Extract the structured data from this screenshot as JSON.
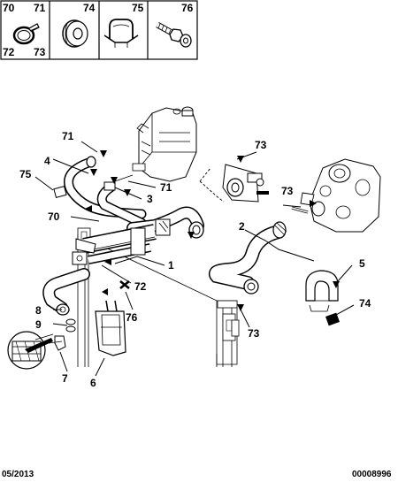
{
  "legend": {
    "cells": [
      {
        "top_left": "70",
        "top_right": "71",
        "bottom_left": "72",
        "bottom_right": "73",
        "icon": "hose-clamp-icon"
      },
      {
        "top_right": "74",
        "icon": "rubber-grommet-icon"
      },
      {
        "top_right": "75",
        "icon": "hose-clip-icon"
      },
      {
        "top_right": "76",
        "icon": "bolt-washer-icon"
      }
    ]
  },
  "callouts": {
    "c71a": "71",
    "c4": "4",
    "c75": "75",
    "c70": "70",
    "c3": "3",
    "c71b": "71",
    "c1": "1",
    "c72": "72",
    "c76": "76",
    "c8": "8",
    "c9": "9",
    "c7": "7",
    "c6": "6",
    "c73a": "73",
    "c73b": "73",
    "c73c": "73",
    "c2": "2",
    "c5": "5",
    "c74": "74"
  },
  "footer": {
    "date": "05/2013",
    "ref": "00008996"
  }
}
